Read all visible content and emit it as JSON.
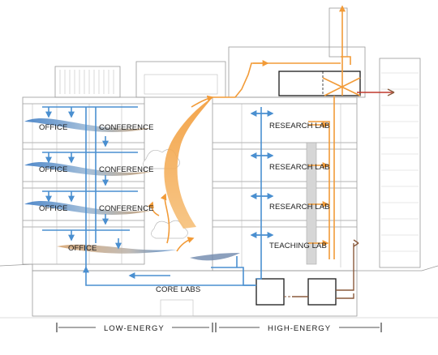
{
  "labels": {
    "office_1": "OFFICE",
    "office_2": "OFFICE",
    "office_3": "OFFICE",
    "office_4": "OFFICE",
    "conference_1": "CONFERENCE",
    "conference_2": "CONFERENCE",
    "conference_3": "CONFERENCE",
    "research_lab_1": "RESEARCH LAB",
    "research_lab_2": "RESEARCH LAB",
    "research_lab_3": "RESEARCH LAB",
    "teaching_lab": "TEACHING LAB",
    "core_labs": "CORE LABS"
  },
  "zones": {
    "low_energy": "LOW-ENERGY",
    "high_energy": "HIGH-ENERGY"
  },
  "colors": {
    "supply_air": "#4a8fd0",
    "exhaust_air": "#f29b38",
    "return_flow": "#8a5a3c",
    "building_outline": "#9a9a9a"
  }
}
